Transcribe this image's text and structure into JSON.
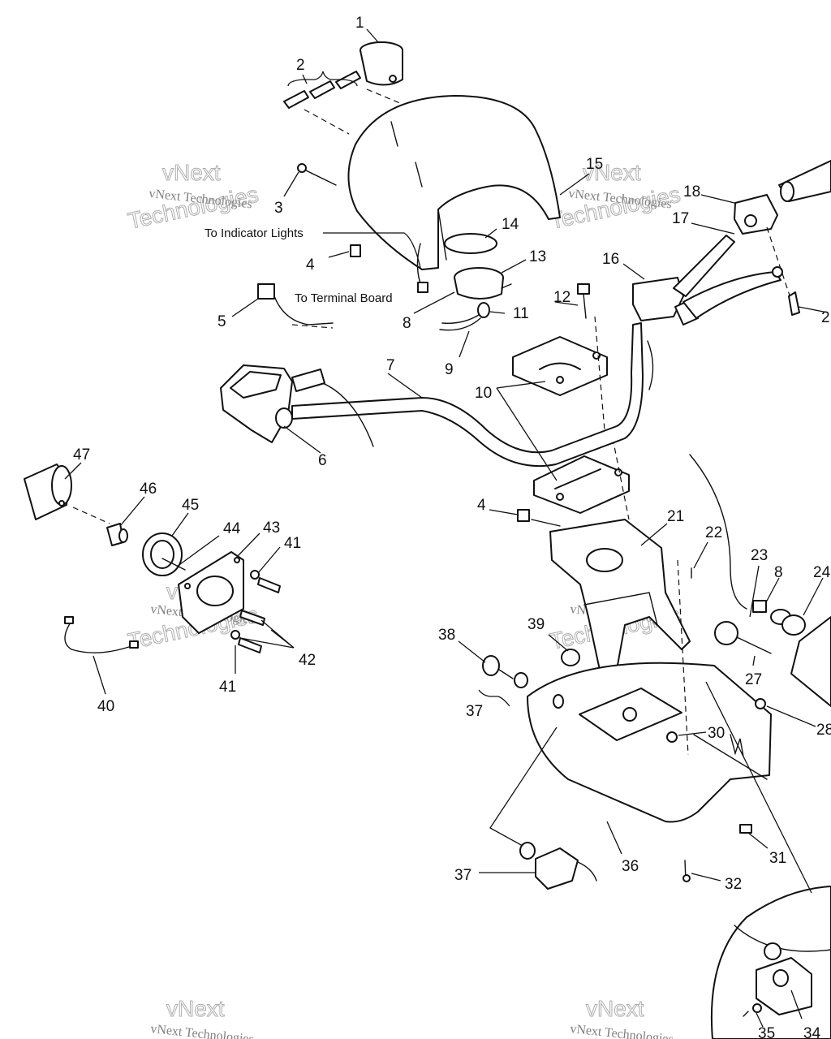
{
  "callouts": [
    {
      "id": "c1",
      "text": "1"
    },
    {
      "id": "c2",
      "text": "2"
    },
    {
      "id": "c3",
      "text": "3"
    },
    {
      "id": "c4a",
      "text": "4"
    },
    {
      "id": "c4b",
      "text": "4"
    },
    {
      "id": "c5",
      "text": "5"
    },
    {
      "id": "c6",
      "text": "6"
    },
    {
      "id": "c7",
      "text": "7"
    },
    {
      "id": "c8a",
      "text": "8"
    },
    {
      "id": "c8b",
      "text": "8"
    },
    {
      "id": "c9",
      "text": "9"
    },
    {
      "id": "c10",
      "text": "10"
    },
    {
      "id": "c11",
      "text": "11"
    },
    {
      "id": "c12",
      "text": "12"
    },
    {
      "id": "c13",
      "text": "13"
    },
    {
      "id": "c14",
      "text": "14"
    },
    {
      "id": "c15",
      "text": "15"
    },
    {
      "id": "c16",
      "text": "16"
    },
    {
      "id": "c17",
      "text": "17"
    },
    {
      "id": "c18",
      "text": "18"
    },
    {
      "id": "c2r",
      "text": "2"
    },
    {
      "id": "c21",
      "text": "21"
    },
    {
      "id": "c22",
      "text": "22"
    },
    {
      "id": "c23",
      "text": "23"
    },
    {
      "id": "c24",
      "text": "24"
    },
    {
      "id": "c27",
      "text": "27"
    },
    {
      "id": "c28",
      "text": "28"
    },
    {
      "id": "c30",
      "text": "30"
    },
    {
      "id": "c31",
      "text": "31"
    },
    {
      "id": "c32",
      "text": "32"
    },
    {
      "id": "c34",
      "text": "34"
    },
    {
      "id": "c35",
      "text": "35"
    },
    {
      "id": "c36",
      "text": "36"
    },
    {
      "id": "c37a",
      "text": "37"
    },
    {
      "id": "c37b",
      "text": "37"
    },
    {
      "id": "c38",
      "text": "38"
    },
    {
      "id": "c39",
      "text": "39"
    },
    {
      "id": "c40",
      "text": "40"
    },
    {
      "id": "c41a",
      "text": "41"
    },
    {
      "id": "c41b",
      "text": "41"
    },
    {
      "id": "c42",
      "text": "42"
    },
    {
      "id": "c43",
      "text": "43"
    },
    {
      "id": "c44",
      "text": "44"
    },
    {
      "id": "c45",
      "text": "45"
    },
    {
      "id": "c46",
      "text": "46"
    },
    {
      "id": "c47",
      "text": "47"
    }
  ],
  "notes": {
    "indicator_lights": "To Indicator  Lights",
    "terminal_board": "To Terminal Board"
  },
  "watermark": {
    "line1": "vNext Technologies",
    "line2": "vNext",
    "line3": "Technologies"
  }
}
